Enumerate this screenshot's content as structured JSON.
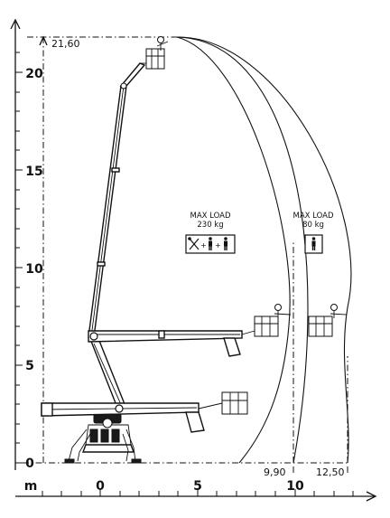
{
  "axis": {
    "unit": "m",
    "y_ticks": [
      "0",
      "5",
      "10",
      "15",
      "20"
    ],
    "x_ticks": [
      "0",
      "5",
      "10"
    ]
  },
  "dimensions": {
    "max_height": "21,60",
    "reach_max_load": "9,90",
    "reach_light_load": "12,50"
  },
  "load_zones": [
    {
      "title": "MAX LOAD",
      "weight": "230 kg",
      "icon": "tools-plus-two-persons-icon"
    },
    {
      "title": "MAX LOAD",
      "weight": "80 kg",
      "icon": "single-person-icon"
    }
  ]
}
